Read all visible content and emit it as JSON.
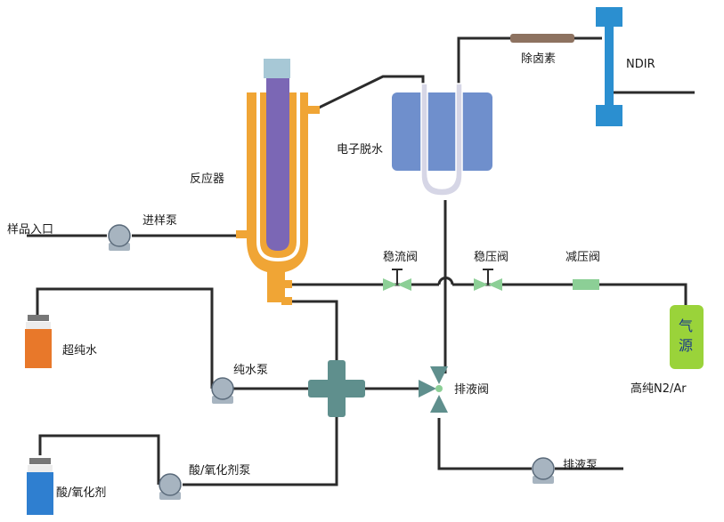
{
  "labels": {
    "sample_inlet": "样品入口",
    "injection_pump": "进样泵",
    "reactor": "反应器",
    "dehumidifier": "电子脱水",
    "halogen_remover": "除卤素",
    "detector": "NDIR",
    "flow_valve": "稳流阀",
    "pressure_valve": "稳压阀",
    "reducing_valve": "减压阀",
    "gas_source_line1": "气",
    "gas_source_line2": "源",
    "gas_source_caption": "高纯N2/Ar",
    "ultrapure_water": "超纯水",
    "water_pump": "纯水泵",
    "drain_valve": "排液阀",
    "drain_pump": "排液泵",
    "acid_oxidant": "酸/氧化剂",
    "acid_pump": "酸/氧化剂泵"
  },
  "colors": {
    "pipe": "#2b2b2b",
    "reactor": "#f0a535",
    "reactor_tube": "#7b67b5",
    "dehumidifier": "#6f8fcc",
    "utube": "#d6d6e6",
    "detector": "#2b8fd0",
    "halogen": "#8d7260",
    "valve": "#8ccf96",
    "teal": "#5f8f8d",
    "gas_source": "#9ad33a",
    "water": "#e8782a",
    "acid": "#2f7fd0",
    "pump": "#a7b4c0"
  }
}
